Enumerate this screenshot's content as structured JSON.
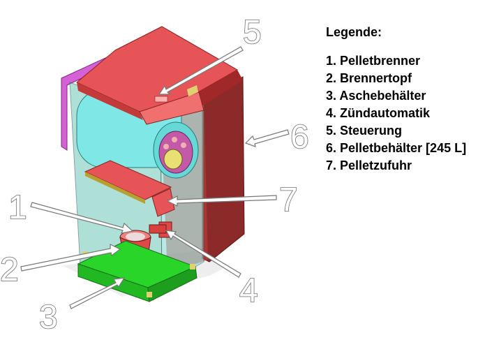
{
  "legend": {
    "title": "Legende:",
    "items": [
      {
        "number": "1",
        "text": "1. Pelletbrenner"
      },
      {
        "number": "2",
        "text": "2. Brennertopf"
      },
      {
        "number": "3",
        "text": "3. Aschebehälter"
      },
      {
        "number": "4",
        "text": "4. Zündautomatik"
      },
      {
        "number": "5",
        "text": "5. Steuerung"
      },
      {
        "number": "6",
        "text": "6. Pelletbehälter [245 L]"
      },
      {
        "number": "7",
        "text": "7. Pelletzufuhr"
      }
    ]
  },
  "callouts": [
    "1",
    "2",
    "3",
    "4",
    "5",
    "6",
    "7"
  ],
  "colors": {
    "tank_red": "#e65457",
    "tank_dark": "#8c2a2a",
    "cylinder_cyan": "#7fe8e6",
    "body_teal": "#6cc8b8",
    "base_green": "#2ad52a",
    "side_magenta": "#d660d6",
    "burner_red": "#e04848"
  }
}
